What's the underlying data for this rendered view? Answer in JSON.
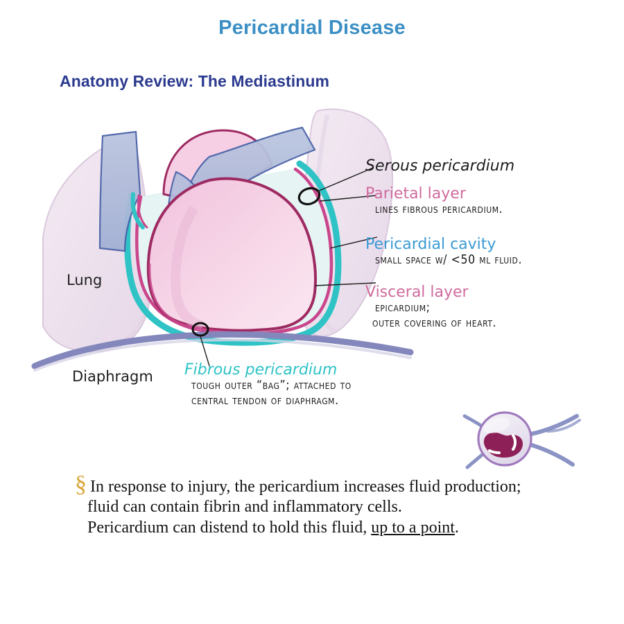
{
  "header": {
    "title": "Pericardial Disease",
    "section_title": "Anatomy Review: The Mediastinum",
    "title_color": "#3b8fc4",
    "section_color": "#2b3a8f"
  },
  "figure": {
    "labels": {
      "lung": "Lung",
      "diaphragm": "Diaphragm"
    },
    "colors": {
      "heart_fill": "#f7d7e8",
      "heart_fill_deep": "#f0c2dd",
      "heart_outline": "#9e2a62",
      "serous_pink_line": "#c9468c",
      "cavity_fill": "#e6f5f4",
      "fibrous_teal": "#2fc3c6",
      "vessel_fill": "#aebada",
      "vessel_outline": "#4a63a8",
      "lung_fill": "#efe4ef",
      "lung_outline": "#d8c6dc",
      "diaphragm": "#8387bb",
      "leader_line": "#1d1d1d"
    }
  },
  "callouts": [
    {
      "id": "serous",
      "head": "Serous pericardium",
      "head_color": "#1d1d1d",
      "style": "italic",
      "body": ""
    },
    {
      "id": "parietal",
      "head": "Parietal layer",
      "head_color": "#cf6b9e",
      "style": "plain",
      "body": "Lines fibrous pericardium."
    },
    {
      "id": "cavity",
      "head": "Pericardial cavity",
      "head_color": "#3b9ad4",
      "style": "plain",
      "body": "Small space w/ <50 mL fluid."
    },
    {
      "id": "visceral",
      "head": "Visceral layer",
      "head_color": "#cf6b9e",
      "style": "plain",
      "body_line1": "Epicardium;",
      "body_line2": "outer covering of heart."
    },
    {
      "id": "fibrous",
      "head": "Fibrous pericardium",
      "head_color": "#2fc3c6",
      "style": "italic",
      "body_line1": "Tough outer “bag”; attached to",
      "body_line2": "central tendon of diaphragm."
    }
  ],
  "cell": {
    "nucleus_color": "#8e2058",
    "membrane_color": "#9f79bd",
    "cytoplasm_color": "#ebe7f2",
    "pseudopod_color": "#8a93c4"
  },
  "note": {
    "marker": "§",
    "marker_color": "#d9a435",
    "line1": "In response to injury, the pericardium increases fluid production;",
    "line2": "fluid can contain fibrin and inflammatory cells.",
    "line3_before": "Pericardium can distend to hold this fluid, ",
    "line3_underlined": "up to a point",
    "line3_after": "."
  }
}
